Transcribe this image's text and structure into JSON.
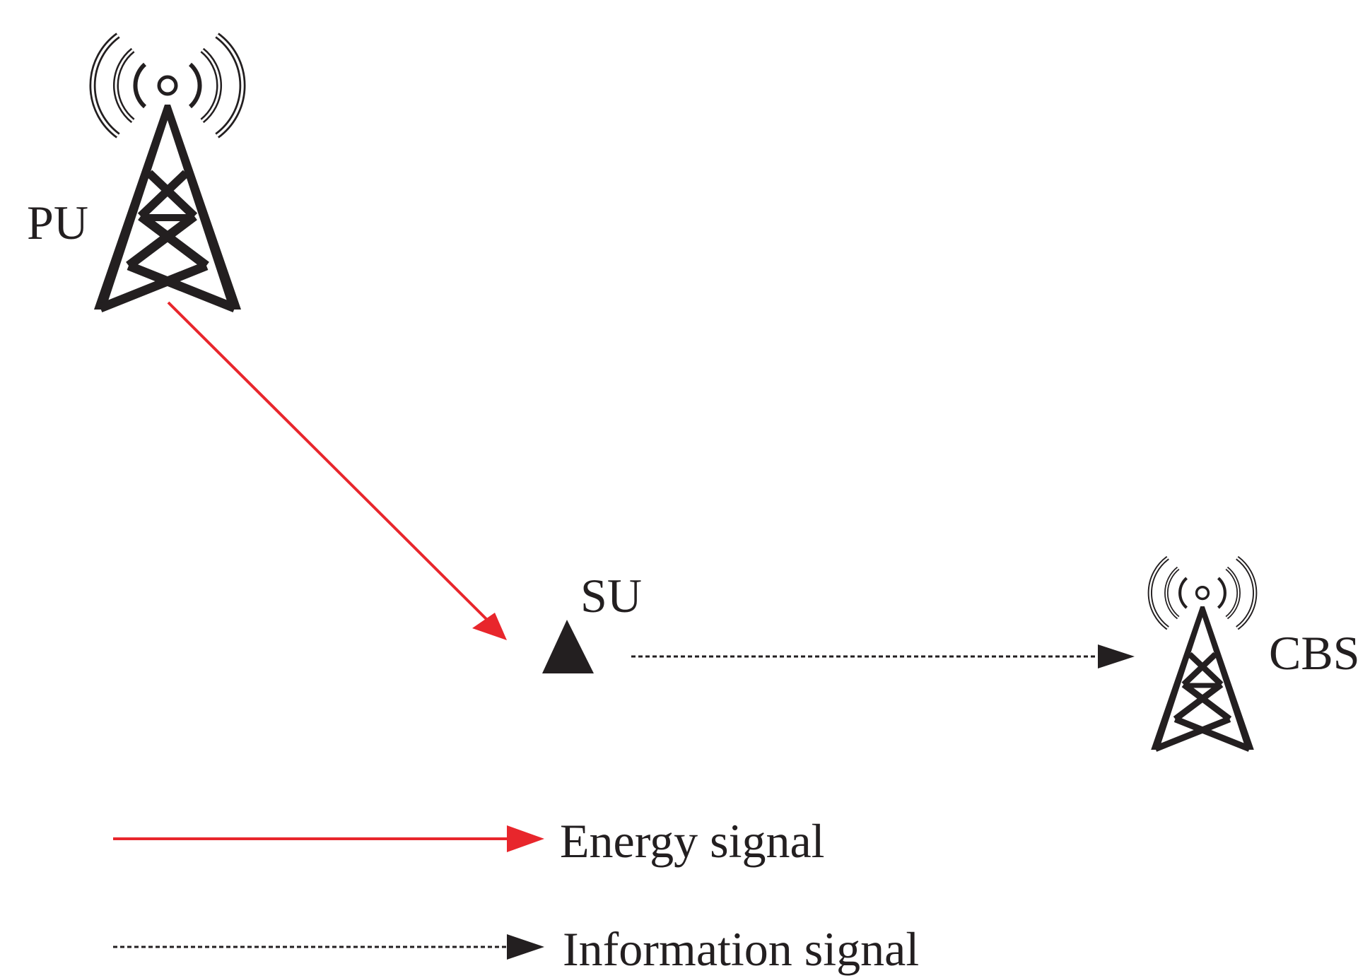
{
  "nodes": {
    "pu": {
      "label": "PU"
    },
    "su": {
      "label": "SU"
    },
    "cbs": {
      "label": "CBS"
    }
  },
  "legend": {
    "energy": {
      "label": "Energy signal"
    },
    "information": {
      "label": "Information signal"
    }
  },
  "colors": {
    "energy": "#e8262c",
    "information": "#231f20",
    "tower": "#231f20"
  },
  "icons": {
    "pu": "cell-tower-icon",
    "su": "antenna-triangle-icon",
    "cbs": "cell-tower-icon"
  }
}
